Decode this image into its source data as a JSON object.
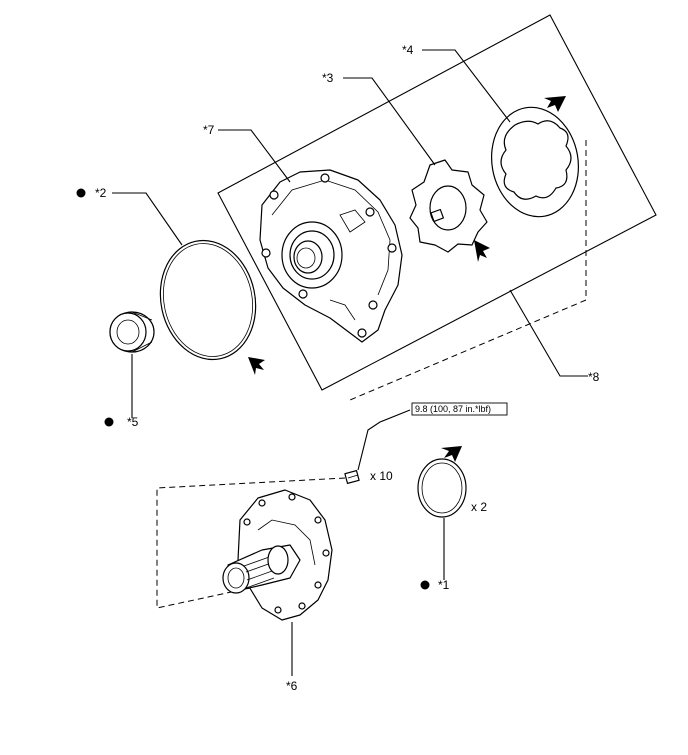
{
  "callouts": [
    {
      "id": "p1",
      "text": "*1",
      "mark": true
    },
    {
      "id": "p2",
      "text": "*2",
      "mark": true
    },
    {
      "id": "p3",
      "text": "*3",
      "mark": false
    },
    {
      "id": "p4",
      "text": "*4",
      "mark": false
    },
    {
      "id": "p5",
      "text": "*5",
      "mark": true
    },
    {
      "id": "p6",
      "text": "*6",
      "mark": false
    },
    {
      "id": "p7",
      "text": "*7",
      "mark": false
    },
    {
      "id": "p8",
      "text": "*8",
      "mark": false
    }
  ],
  "torque": "9.8 (100, 87 in.*lbf)",
  "quantities": {
    "bolts": "x 10",
    "rings": "x 2"
  }
}
